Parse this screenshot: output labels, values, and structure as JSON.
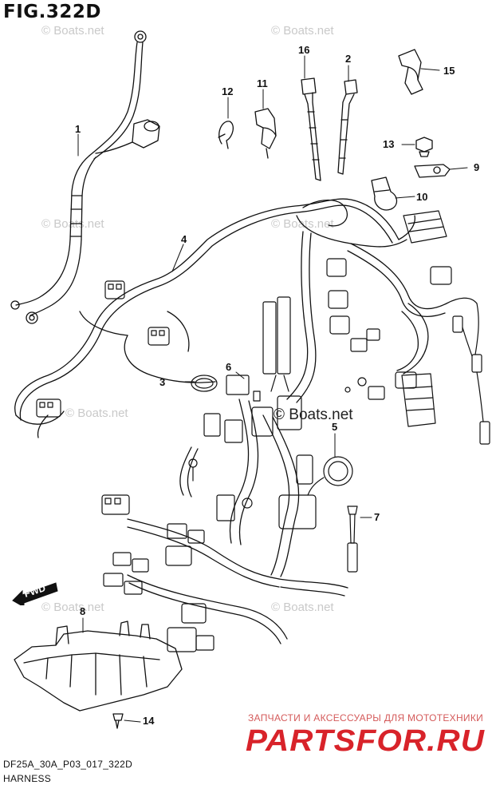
{
  "figure": {
    "title": "FIG.322D",
    "code": "DF25A_30A_P03_017_322D",
    "name": "HARNESS"
  },
  "watermarks": [
    "© Boats.net",
    "© Boats.net",
    "© Boats.net",
    "© Boats.net",
    "© Boats.net",
    "© Boats.net",
    "© Boats.net"
  ],
  "center_watermark": "© Boats.net",
  "promo": {
    "tagline": "ЗАПЧАСТИ И АКСЕССУАРЫ ДЛЯ МОТОТЕХНИКИ",
    "logo_text": "PARTSFOR.RU",
    "logo_color": "#d8232a"
  },
  "fwd_label": "FWD",
  "callouts": [
    "1",
    "2",
    "3",
    "4",
    "5",
    "6",
    "7",
    "8",
    "9",
    "10",
    "11",
    "12",
    "13",
    "14",
    "15",
    "16"
  ]
}
